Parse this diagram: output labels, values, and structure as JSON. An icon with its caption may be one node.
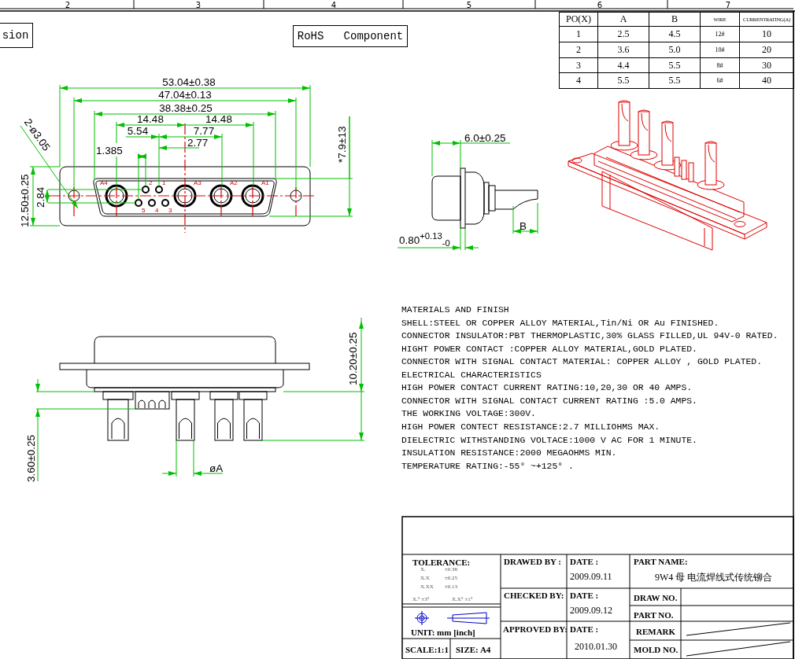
{
  "diagram": {
    "nodes": [
      {
        "text": [
          "sion"
        ]
      },
      {
        "text": [
          "RoHS   Component"
        ]
      }
    ],
    "labels": [
      "2",
      "3",
      "4",
      "5",
      "6",
      "7",
      "PO(X)",
      "A",
      "B",
      "WIRE",
      "CURRENTRATING(A)",
      "1",
      "2.5",
      "4.5",
      "12#",
      "10",
      "2",
      "3.6",
      "5.0",
      "10#",
      "20",
      "3",
      "4.4",
      "5.5",
      "8#",
      "30",
      "53.04±0.38",
      "4",
      "5.5",
      "5.5",
      "6#",
      "40",
      "47.04±0.13",
      "38.38±0.25",
      "14.48",
      "14.48",
      "5.54",
      "7.77",
      "2.77",
      "1.385",
      "2-ø3.05",
      "12.50±0.25",
      "2.84",
      "*7.9±13",
      "A4",
      "2",
      "1",
      "A3",
      "A2",
      "A1",
      "5",
      "4",
      "3",
      "6.0±0.25",
      "0.80$^{+0.13}$$_{-0}$",
      "B",
      "10.20±0.25",
      "3.60±0.25",
      "øA",
      "MATERIALS AND  FINISH",
      "SHELL:STEEL OR COPPER ALLOY MATERIAL,Tin/Ni OR Au FINISHED.",
      "CONNECTOR INSULATOR:PBT THERMOPLASTIC,30% GLASS FILLED,UL 94V-0 RATED.",
      "HIGHT POWER CONTACT :COPPER ALLOY MATERIAL,GOLD PLATED.",
      "CONNECTOR WITH SIGNAL CONTACT MATERIAL: COPPER ALLOY , GOLD PLATED.",
      "ELECTRICAL CHARACTERISTICS",
      "HIGH POWER CONTACT CURRENT RATING:10,20,30 OR 40 AMPS.",
      "CONNECTOR WITH SIGNAL CONTACT CURRENT RATING :5.0 AMPS.",
      "THE WORKING VOLTAGE:300V.",
      "HIGH POWER CONTECT RESISTANCE:2.7 MILLIOHMS MAX.",
      "DIELECTRIC WITHSTANDING VOLTACE:1000 V AC FOR 1 MINUTE.",
      "INSULATION RESISTANCE:2000 MEGAOHMS MIN.",
      "TEMPERATURE RATING:-55° ~+125° .",
      "TOLERANCE:",
      "X.",
      "±0.38",
      "X.X",
      "±0.25",
      "X.XX",
      "±0.13",
      "X.° ±3°",
      "X.X° ±1°",
      "UNIT: mm [inch]",
      "SCALE:1:1",
      "SIZE: A4",
      "DRAWED BY :",
      "DATE :",
      "2009.09.11",
      "CHECKED BY:",
      "DATE :",
      "2009.09.12",
      "APPROVED BY:",
      "DATE :",
      "2010.01.30",
      "PART NAME:",
      "9W4 母 电流焊线式传统铆合",
      "DRAW NO.",
      "PART NO.",
      "REMARK",
      "MOLD NO."
    ]
  }
}
